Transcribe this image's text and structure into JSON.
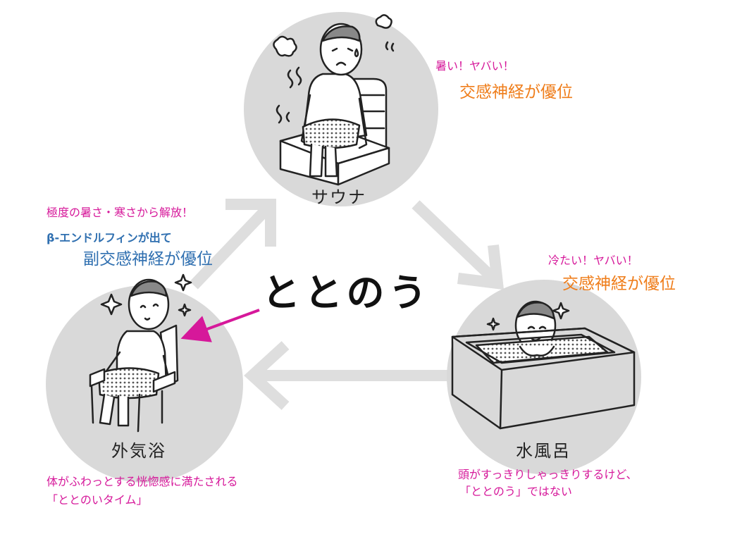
{
  "colors": {
    "circle": "#d9d9d9",
    "arrow": "#dedede",
    "magenta": "#d6189a",
    "orange": "#ef7d1a",
    "blue": "#2f6fb0",
    "ink": "#222222",
    "dots": "#555555"
  },
  "nodes": {
    "sauna": {
      "label": "サウナ",
      "illustration": "person-on-sauna-bench-icon"
    },
    "water_bath": {
      "label": "水風呂",
      "illustration": "person-in-cold-bath-icon"
    },
    "air_bath": {
      "label": "外気浴",
      "illustration": "person-in-chair-icon"
    }
  },
  "center_label": "ととのう",
  "notes": {
    "sauna_line1": "暑い！ヤバい！",
    "sauna_line2": "交感神経が優位",
    "water_line1": "冷たい！ヤバい！",
    "water_line2": "交感神経が優位",
    "water_bottom_line1": "頭がすっきりしゃっきりするけど、",
    "water_bottom_line2": "「ととのう」ではない",
    "air_top_line1": "極度の暑さ・寒さから解放！",
    "air_top_line2": "β-エンドルフィンが出て",
    "air_top_line3": "副交感神経が優位",
    "air_bottom_line1": "体がふわっとする恍惚感に満たされる",
    "air_bottom_line2": "「ととのいタイム」"
  }
}
